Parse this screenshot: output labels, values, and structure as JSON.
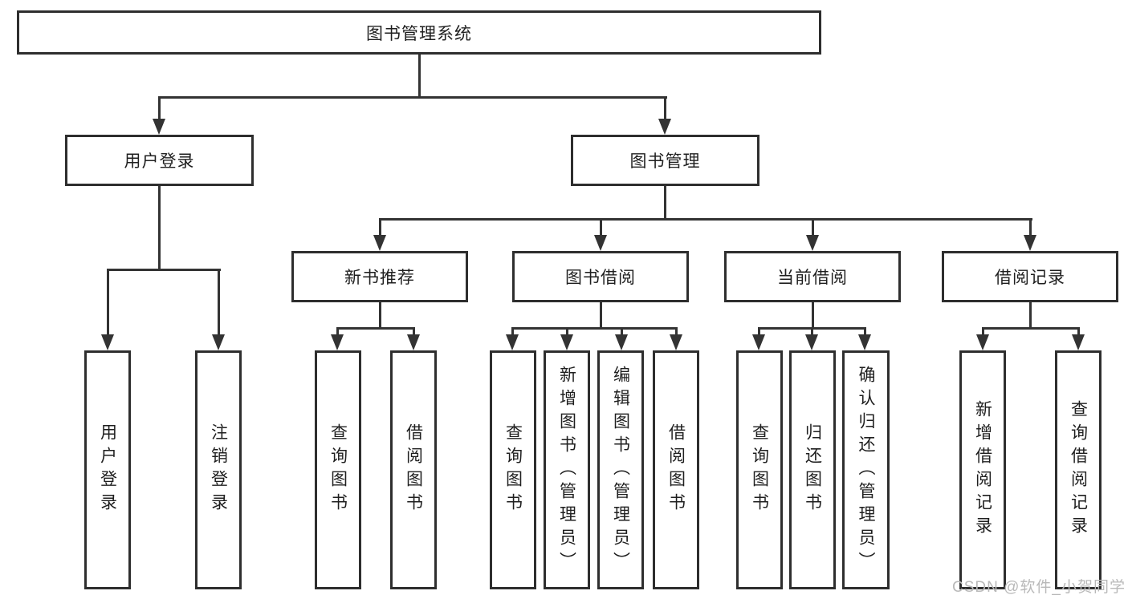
{
  "diagram": {
    "type": "hierarchy-tree",
    "root": {
      "label": "图书管理系统"
    },
    "level2": [
      {
        "label": "用户登录"
      },
      {
        "label": "图书管理"
      }
    ],
    "level3": [
      {
        "label": "新书推荐",
        "parent": "图书管理"
      },
      {
        "label": "图书借阅",
        "parent": "图书管理"
      },
      {
        "label": "当前借阅",
        "parent": "图书管理"
      },
      {
        "label": "借阅记录",
        "parent": "图书管理"
      }
    ],
    "level4": [
      {
        "label": "用户登录",
        "parent": "用户登录"
      },
      {
        "label": "注销登录",
        "parent": "用户登录"
      },
      {
        "label": "查询图书",
        "parent": "新书推荐"
      },
      {
        "label": "借阅图书",
        "parent": "新书推荐"
      },
      {
        "label": "查询图书",
        "parent": "图书借阅"
      },
      {
        "label": "新增图书（管理员）",
        "parent": "图书借阅"
      },
      {
        "label": "编辑图书（管理员）",
        "parent": "图书借阅"
      },
      {
        "label": "借阅图书",
        "parent": "图书借阅"
      },
      {
        "label": "查询图书",
        "parent": "当前借阅"
      },
      {
        "label": "归还图书",
        "parent": "当前借阅"
      },
      {
        "label": "确认归还（管理员）",
        "parent": "当前借阅"
      },
      {
        "label": "新增借阅记录",
        "parent": "借阅记录"
      },
      {
        "label": "查询借阅记录",
        "parent": "借阅记录"
      }
    ],
    "colors": {
      "background": "#ffffff",
      "box_border": "#2e2e2e",
      "line": "#333333",
      "text": "#1f1f1f",
      "watermark": "#b9b9b9"
    }
  },
  "watermark": {
    "text": "CSDN @软件_小贺同学"
  }
}
